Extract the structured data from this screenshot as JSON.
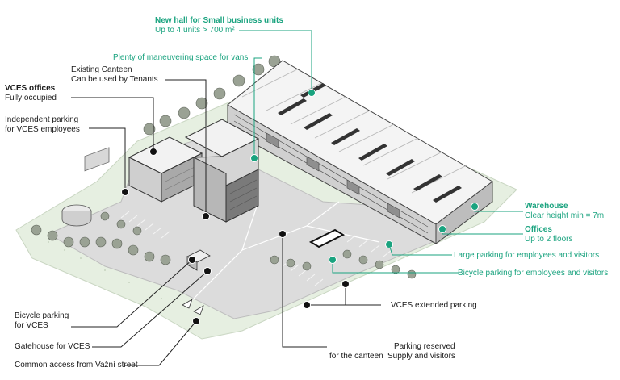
{
  "labels": {
    "new_hall_title": "New hall for Small business units",
    "new_hall_sub": "Up to 4 units > 700 m²",
    "vans": "Plenty of maneuvering space for vans",
    "canteen_1": "Existing Canteen",
    "canteen_2": "Can be used by Tenants",
    "vces_offices_title": "VCES offices",
    "vces_offices_sub": "Fully occupied",
    "indep_parking_1": "Independent parking",
    "indep_parking_2": "for VCES employees",
    "warehouse_title": "Warehouse",
    "warehouse_sub": "Clear height min = 7m",
    "offices_title": "Offices",
    "offices_sub": "Up to 2 floors",
    "large_parking": "Large parking for employees and visitors",
    "bicycle_parking_emp": "Bicycle parking for employees and visitors",
    "vces_extended": "VCES extended parking",
    "bicycle_vces_1": "Bicycle parking",
    "bicycle_vces_2": "for VCES",
    "gatehouse": "Gatehouse for VCES",
    "common_access": "Common access from Važní street",
    "parking_reserved_1": "Parking reserved",
    "parking_reserved_2": "for the canteen",
    "supply": "Supply and visitors"
  },
  "colors": {
    "accent_green": "#1aa37f",
    "text": "#1a1a1a",
    "leader": "#222222",
    "green_area": "#e6efe1",
    "road": "#dcdcdc",
    "building_roof": "#f4f4f4",
    "building_side": "#d0d0d0",
    "building_dark": "#9a9a9a"
  }
}
